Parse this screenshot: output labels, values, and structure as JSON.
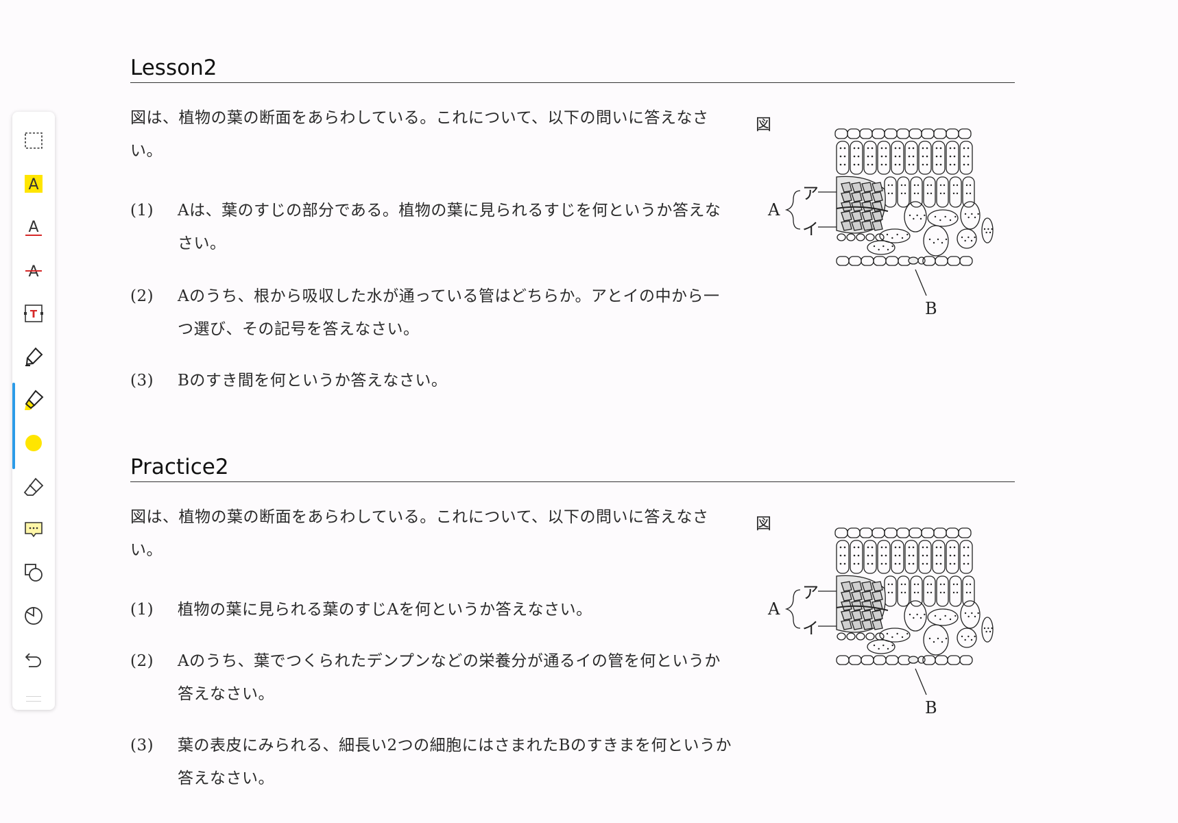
{
  "toolbar": {
    "items": [
      {
        "name": "select-tool",
        "icon": "dashed-rectangle-icon"
      },
      {
        "name": "highlight-text-tool",
        "icon": "highlighted-a-icon",
        "glyph": "A"
      },
      {
        "name": "underline-text-tool",
        "icon": "underlined-a-icon",
        "glyph": "A"
      },
      {
        "name": "strikethrough-text-tool",
        "icon": "strikethrough-a-icon",
        "glyph": "A"
      },
      {
        "name": "text-box-tool",
        "icon": "text-box-icon",
        "glyph": "T"
      },
      {
        "name": "pen-tool",
        "icon": "pen-icon"
      },
      {
        "name": "highlighter-tool",
        "icon": "highlighter-icon",
        "active": true
      },
      {
        "name": "color-picker",
        "icon": "color-dot-icon",
        "color": "#ffe500"
      },
      {
        "name": "eraser-tool",
        "icon": "eraser-icon"
      },
      {
        "name": "comment-tool",
        "icon": "comment-icon"
      },
      {
        "name": "shape-tool",
        "icon": "shapes-icon"
      },
      {
        "name": "timer-tool",
        "icon": "pie-icon"
      },
      {
        "name": "undo-button",
        "icon": "undo-icon"
      }
    ],
    "accent_color": "#2b9be8",
    "highlight_color": "#ffe500",
    "red_color": "#d62828"
  },
  "lesson": {
    "title": "Lesson2",
    "intro": "図は、植物の葉の断面をあらわしている。これについて、以下の問いに答えなさい。",
    "fig_label": "図",
    "questions": [
      {
        "num": "(1)",
        "text": "Aは、葉のすじの部分である。植物の葉に見られるすじを何というか答えなさい。"
      },
      {
        "num": "(2)",
        "text": "Aのうち、根から吸収した水が通っている管はどちらか。アとイの中から一つ選び、その記号を答えなさい。"
      },
      {
        "num": "(3)",
        "text": "Bのすき間を何というか答えなさい。"
      }
    ]
  },
  "practice": {
    "title": "Practice2",
    "intro": "図は、植物の葉の断面をあらわしている。これについて、以下の問いに答えなさい。",
    "fig_label": "図",
    "questions": [
      {
        "num": "(1)",
        "text": "植物の葉に見られる葉のすじAを何というか答えなさい。"
      },
      {
        "num": "(2)",
        "text": "Aのうち、葉でつくられたデンプンなどの栄養分が通るイの管を何というか答えなさい。"
      },
      {
        "num": "(3)",
        "text": "葉の表皮にみられる、細長い2つの細胞にはさまれたBのすきまを何というか答えなさい。"
      }
    ]
  },
  "figure_labels": {
    "a": "A",
    "a_upper": "ア",
    "a_lower": "イ",
    "b": "B"
  }
}
